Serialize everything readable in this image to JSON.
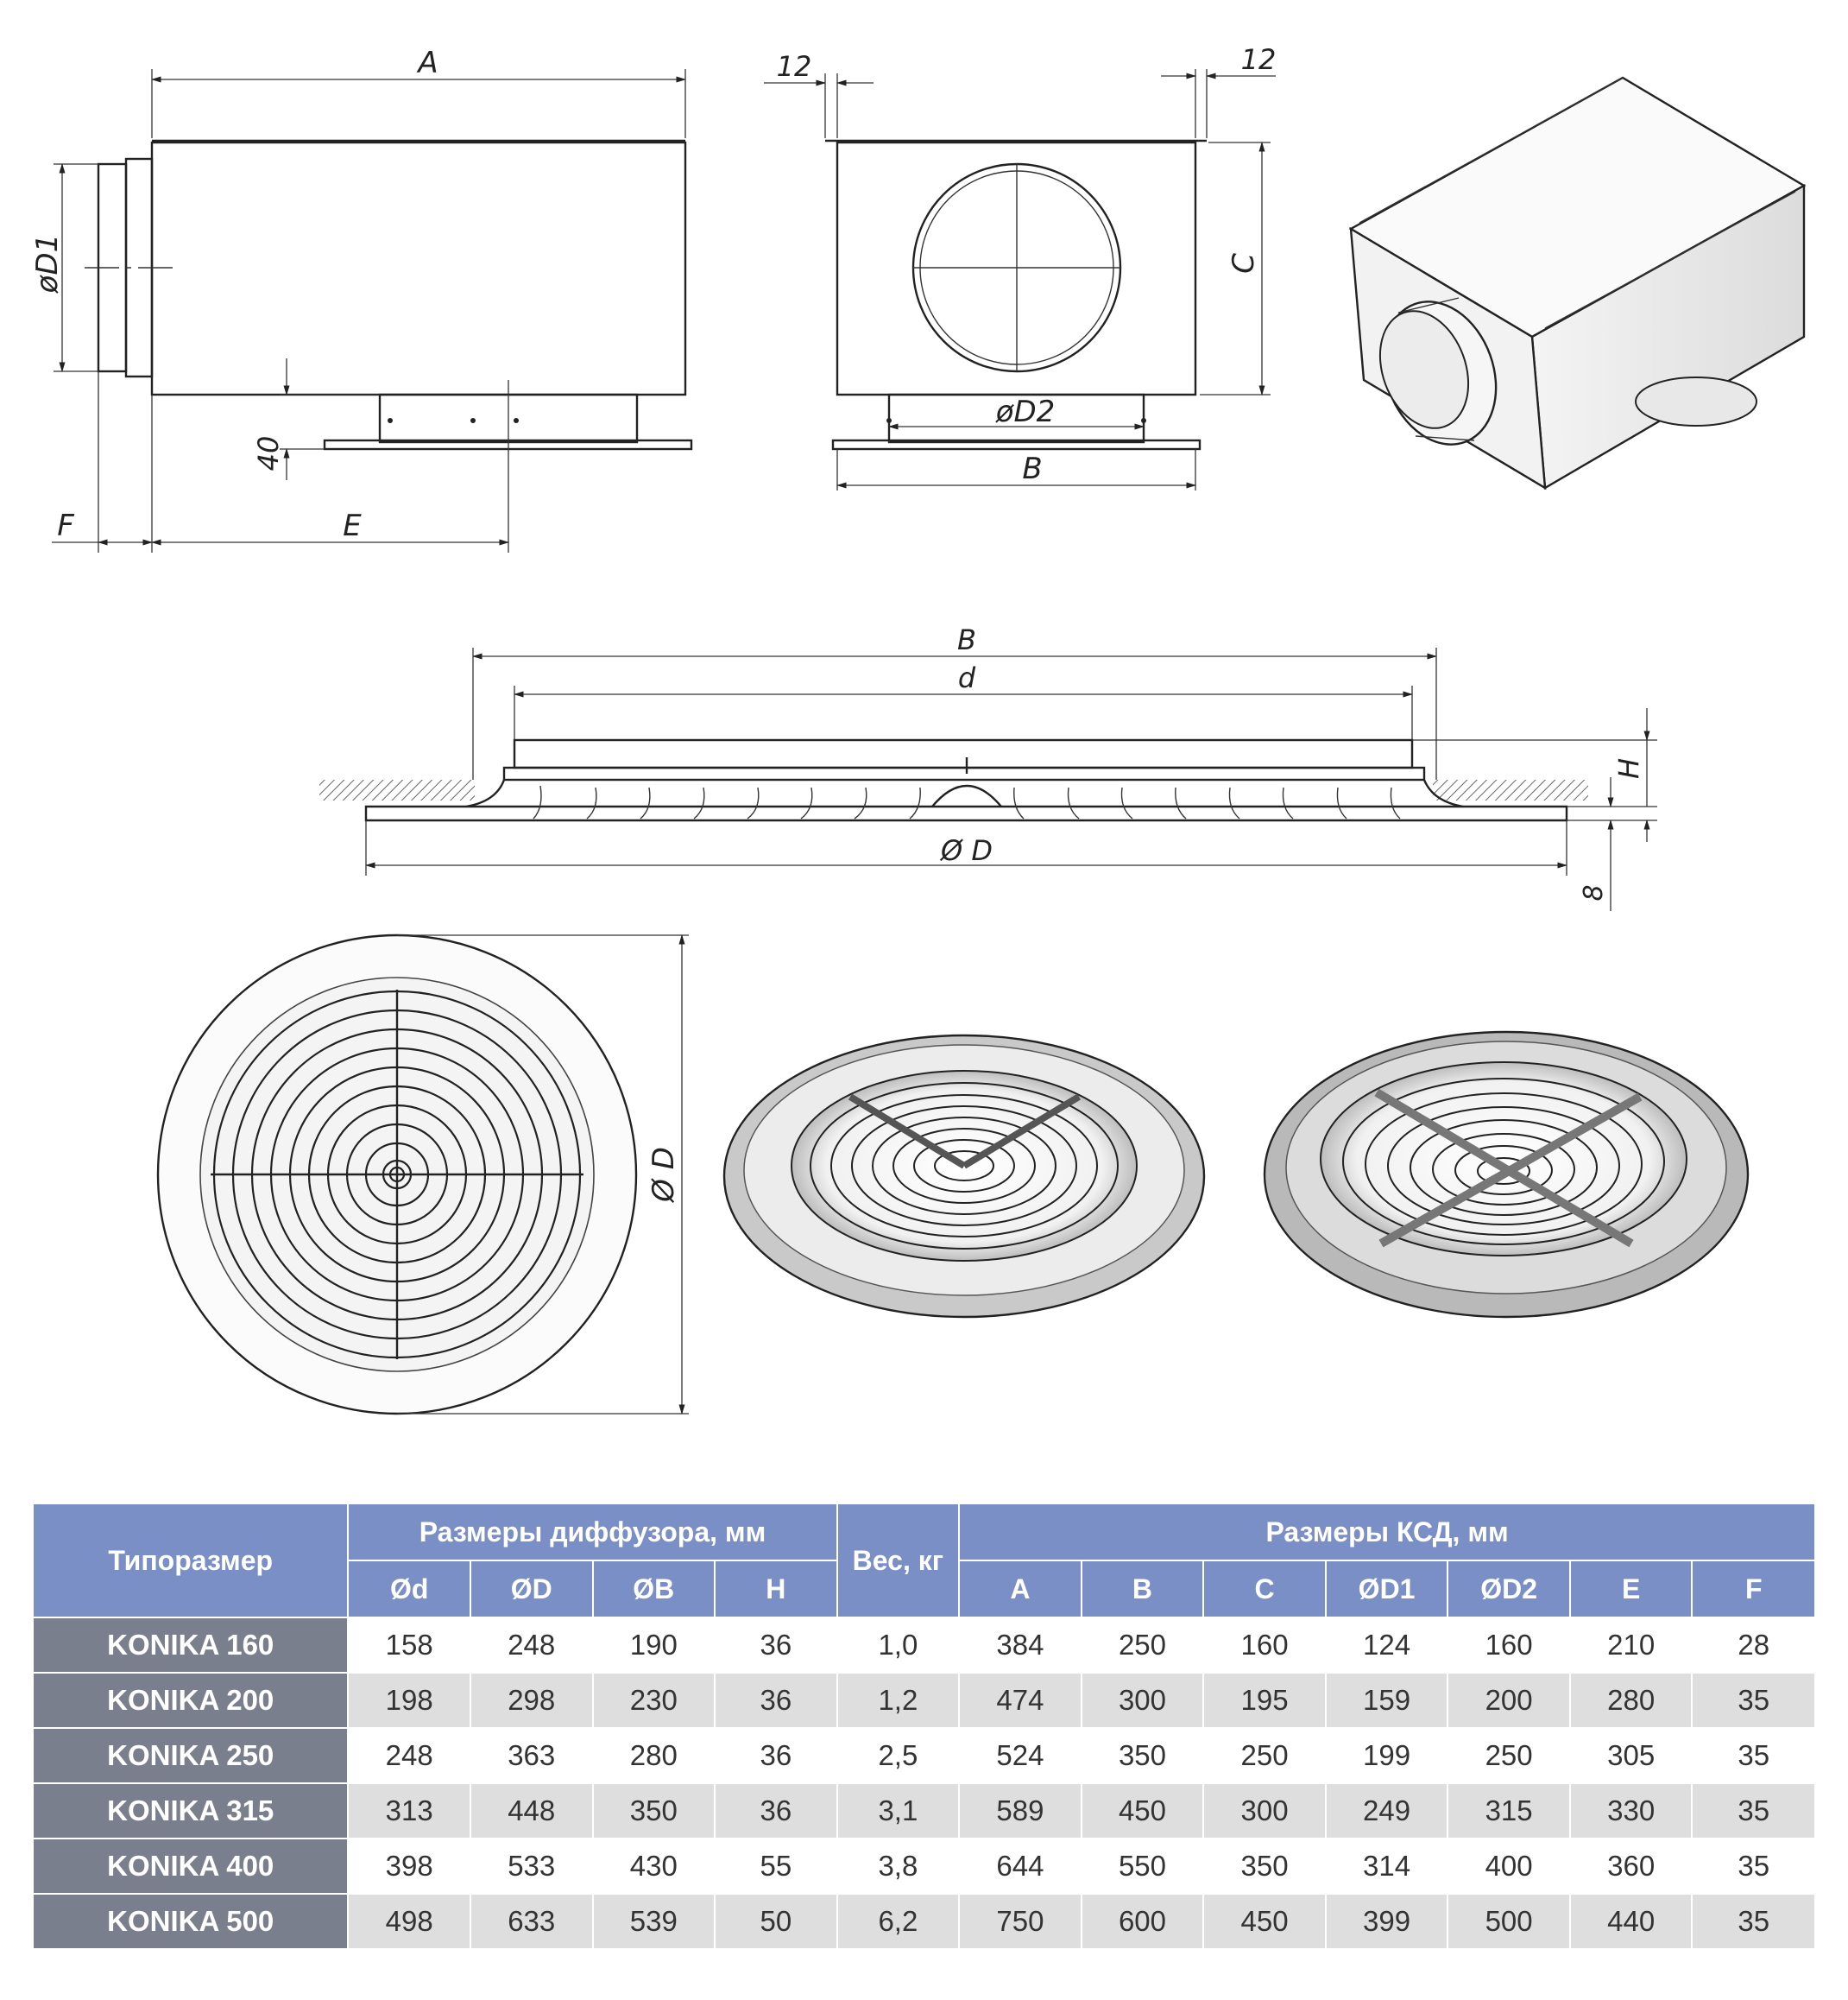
{
  "colors": {
    "header_bg": "#7b8fc7",
    "model_bg": "#7a7f8e",
    "row_alt_bg": "#dedede"
  },
  "drawing_labels": {
    "side_A": "A",
    "side_D1": "øD1",
    "side_40": "40",
    "side_F": "F",
    "side_E": "E",
    "front_12_left": "12",
    "front_12_right": "12",
    "front_C": "C",
    "front_D2": "øD2",
    "front_B": "B",
    "section_B": "B",
    "section_d": "d",
    "section_H": "H",
    "section_D": "Ø D",
    "section_8": "8",
    "top_D": "Ø D"
  },
  "table": {
    "col_model": "Типоразмер",
    "group_diffuser": "Размеры диффузора, мм",
    "group_weight": "Вес, кг",
    "group_box": "Размеры КСД, мм",
    "diffuser_cols": [
      "Ød",
      "ØD",
      "ØB",
      "H"
    ],
    "box_cols": [
      "A",
      "B",
      "C",
      "ØD1",
      "ØD2",
      "E",
      "F"
    ],
    "rows": [
      {
        "model": "KONIKA 160",
        "d": "158",
        "D": "248",
        "B": "190",
        "H": "36",
        "w": "1,0",
        "A": "384",
        "Bk": "250",
        "C": "160",
        "D1": "124",
        "D2": "160",
        "E": "210",
        "F": "28"
      },
      {
        "model": "KONIKA 200",
        "d": "198",
        "D": "298",
        "B": "230",
        "H": "36",
        "w": "1,2",
        "A": "474",
        "Bk": "300",
        "C": "195",
        "D1": "159",
        "D2": "200",
        "E": "280",
        "F": "35"
      },
      {
        "model": "KONIKA 250",
        "d": "248",
        "D": "363",
        "B": "280",
        "H": "36",
        "w": "2,5",
        "A": "524",
        "Bk": "350",
        "C": "250",
        "D1": "199",
        "D2": "250",
        "E": "305",
        "F": "35"
      },
      {
        "model": "KONIKA 315",
        "d": "313",
        "D": "448",
        "B": "350",
        "H": "36",
        "w": "3,1",
        "A": "589",
        "Bk": "450",
        "C": "300",
        "D1": "249",
        "D2": "315",
        "E": "330",
        "F": "35"
      },
      {
        "model": "KONIKA 400",
        "d": "398",
        "D": "533",
        "B": "430",
        "H": "55",
        "w": "3,8",
        "A": "644",
        "Bk": "550",
        "C": "350",
        "D1": "314",
        "D2": "400",
        "E": "360",
        "F": "35"
      },
      {
        "model": "KONIKA 500",
        "d": "498",
        "D": "633",
        "B": "539",
        "H": "50",
        "w": "6,2",
        "A": "750",
        "Bk": "600",
        "C": "450",
        "D1": "399",
        "D2": "500",
        "E": "440",
        "F": "35"
      }
    ]
  }
}
